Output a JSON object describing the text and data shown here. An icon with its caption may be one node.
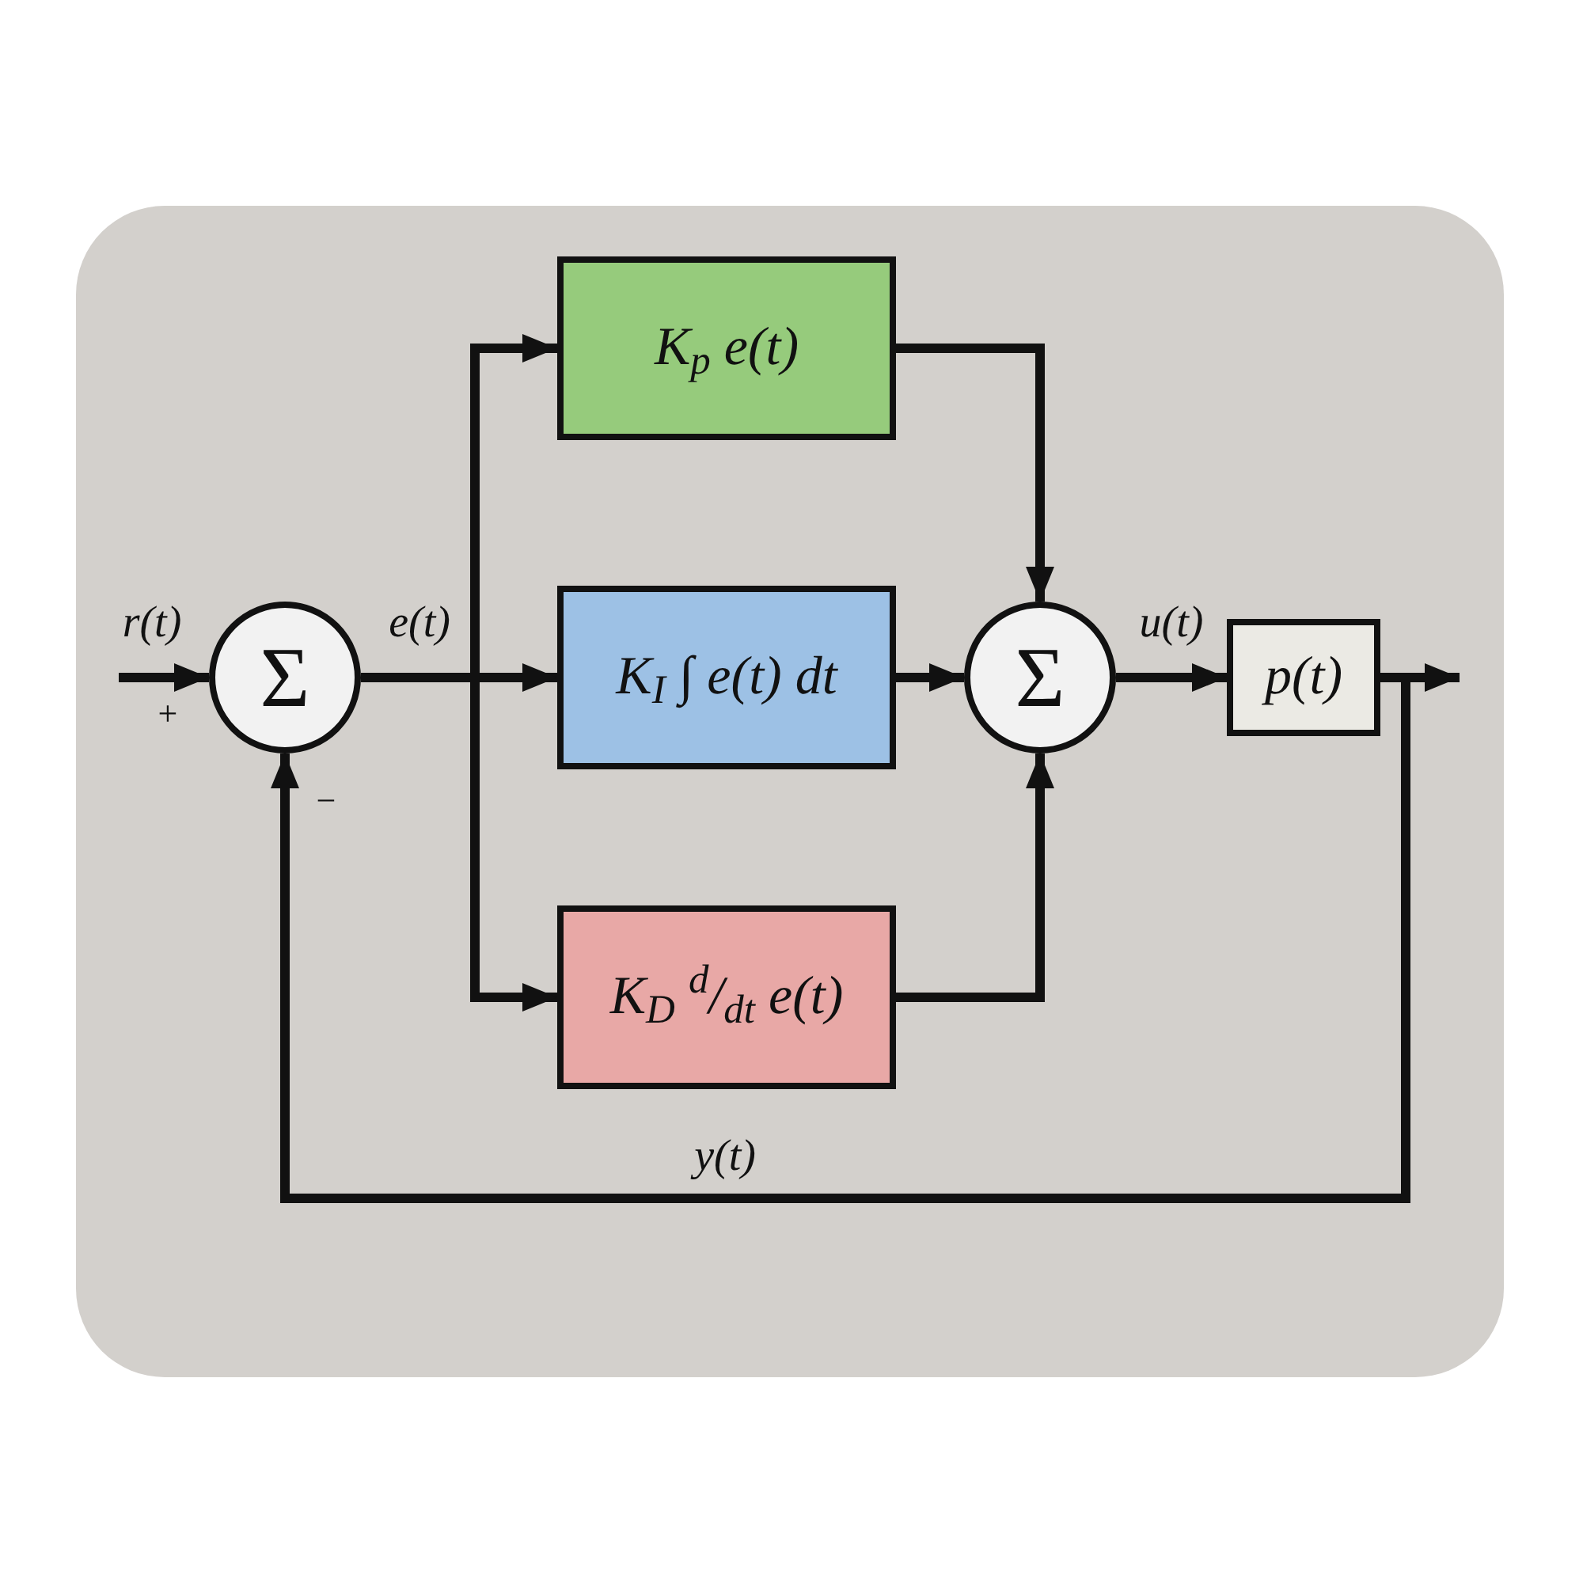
{
  "diagram": {
    "nodes": [
      {
        "text": [
          "Σ"
        ]
      },
      {
        "text": [
          "K$_{p}$ e(t)"
        ]
      },
      {
        "text": [
          "K$_{I}$ ∫ e(t) dt"
        ]
      },
      {
        "text": [
          "K$_{D}$ $^{d}$/$_{dt}$ e(t)"
        ]
      },
      {
        "text": [
          "Σ"
        ]
      },
      {
        "text": [
          "p(t)"
        ]
      }
    ],
    "edges": [
      {
        "from": null,
        "to": 0,
        "arrow": "to",
        "label": "r(t)"
      },
      {
        "from": 0,
        "to": 1,
        "arrow": "to"
      },
      {
        "from": 0,
        "to": 2,
        "arrow": "to",
        "label": "e(t)"
      },
      {
        "from": 0,
        "to": 3,
        "arrow": "to"
      },
      {
        "from": 1,
        "to": 4,
        "arrow": "to"
      },
      {
        "from": 2,
        "to": 4,
        "arrow": "to"
      },
      {
        "from": 3,
        "to": 4,
        "arrow": "to"
      },
      {
        "from": 4,
        "to": 5,
        "arrow": "to",
        "label": "u(t)"
      },
      {
        "from": 5,
        "to": null,
        "arrow": "to"
      },
      {
        "from": 5,
        "to": 0,
        "arrow": "to",
        "label": "y(t)"
      }
    ],
    "labels": [
      "+",
      "−"
    ]
  }
}
